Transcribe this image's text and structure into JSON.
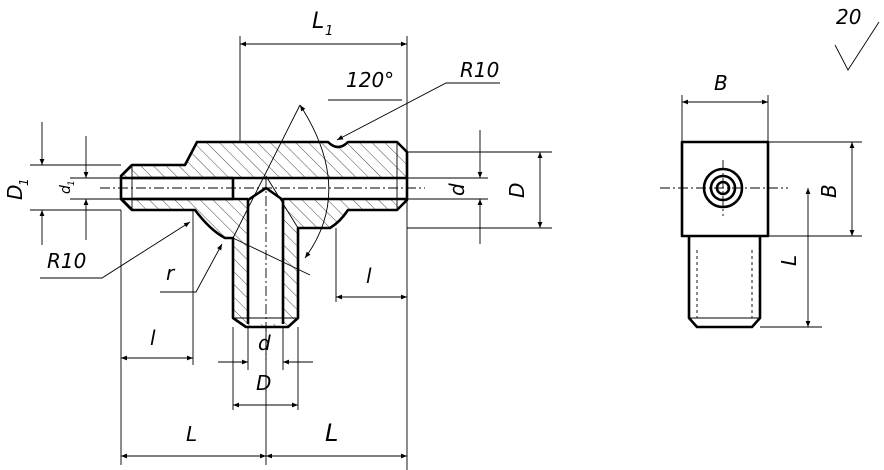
{
  "labels": {
    "l1": "L",
    "l1_sub": "1",
    "angle": "120°",
    "r10_top": "R10",
    "r10_left": "R10",
    "r": "r",
    "d_right": "d",
    "D_right": "D",
    "D1": "D",
    "D1_sub": "1",
    "d1": "d",
    "d1_sub": "1",
    "l_left": "l",
    "l_right": "l",
    "d_bottom": "d",
    "D_bottom": "D",
    "L_left": "L",
    "L_right": "L",
    "B_top": "B",
    "B_right": "B",
    "L_side": "L",
    "roughness": "20"
  }
}
